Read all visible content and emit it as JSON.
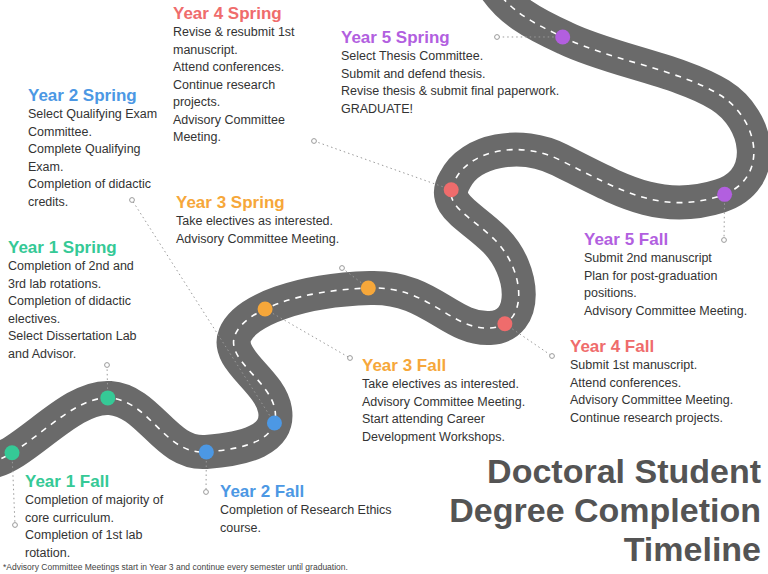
{
  "diagram": {
    "title": "Doctoral Student Degree Completion Timeline",
    "caption": "*Advisory Committee Meetings start in Year 3 and continue every semester until graduation.",
    "labels": [
      "Year 1 Fall",
      "Completion of majority of core curriculum.",
      "Completion of 1st lab rotation.",
      "Year 1 Spring",
      "Completion of 2nd and 3rd lab rotations.",
      "Completion of didactic electives.",
      "Select Dissertation Lab and Advisor.",
      "Year 2 Fall",
      "Completion of Research Ethics course.",
      "Year 2 Spring",
      "Select Qualifying Exam Committee.",
      "Complete Qualifying Exam.",
      "Completion of didactic credits.",
      "Year 3 Fall",
      "Take electives as interested.",
      "Advisory Committee Meeting.",
      "Start attending Career Development Workshops.",
      "Year 3 Spring",
      "Take electives as interested.",
      "Advisory Committee Meeting.",
      "Year 4 Fall",
      "Submit 1st manuscript.",
      "Attend conferences.",
      "Advisory Committee Meeting.",
      "Continue research projects.",
      "Year 4 Spring",
      "Revise & resubmit 1st manuscript.",
      "Attend conferences.",
      "Continue research projects.",
      "Advisory Committee Meeting.",
      "Year 5 Fall",
      "Submit 2nd manuscript",
      "Plan for post-graduation positions.",
      "Advisory Committee Meeting.",
      "Year 5 Spring",
      "Select Thesis Committee.",
      "Submit and defend thesis.",
      "Revise thesis & submit final paperwork.",
      "GRADUATE!"
    ]
  }
}
